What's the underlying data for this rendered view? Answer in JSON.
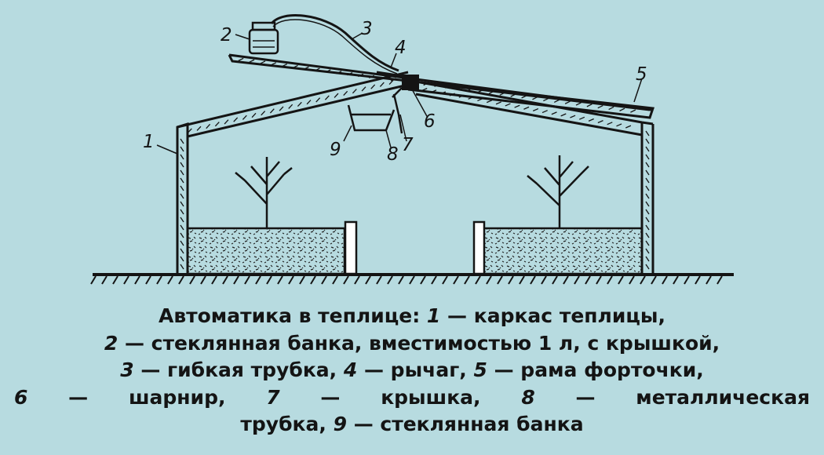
{
  "diagram": {
    "labels": [
      "1",
      "2",
      "3",
      "4",
      "5",
      "6",
      "7",
      "8",
      "9"
    ]
  },
  "caption": {
    "lines": [
      [
        {
          "t": "Автоматика в теплице: "
        },
        {
          "n": "1"
        },
        {
          "t": " — каркас теплицы,"
        }
      ],
      [
        {
          "n": "2"
        },
        {
          "t": " — стеклянная банка, вместимостью 1 л, с крышкой,"
        }
      ],
      [
        {
          "n": "3"
        },
        {
          "t": " — гибкая трубка, "
        },
        {
          "n": "4"
        },
        {
          "t": " — рычаг, "
        },
        {
          "n": "5"
        },
        {
          "t": " — рама форточки,"
        }
      ],
      [
        {
          "n": "6"
        },
        {
          "t": " — шарнир, "
        },
        {
          "n": "7"
        },
        {
          "t": " — крышка, "
        },
        {
          "n": "8"
        },
        {
          "t": " — металлическая"
        }
      ],
      [
        {
          "t": "трубка, "
        },
        {
          "n": "9"
        },
        {
          "t": " — стеклянная банка"
        }
      ]
    ]
  }
}
